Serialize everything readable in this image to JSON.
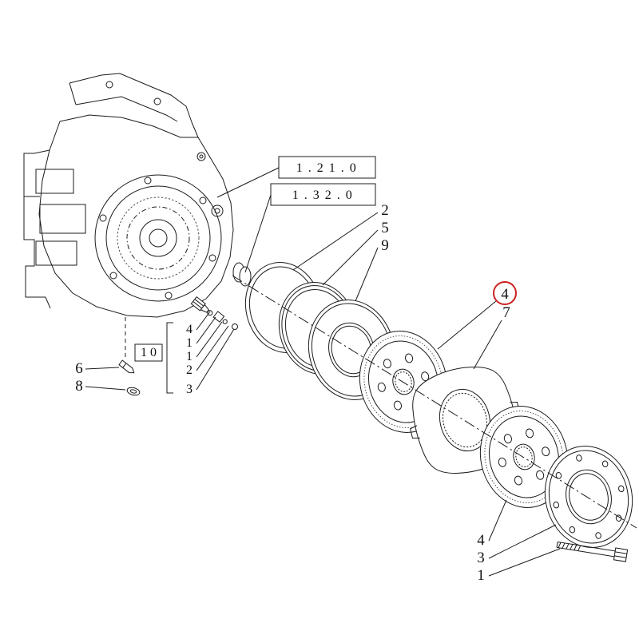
{
  "diagram": {
    "ref_boxes": {
      "upper": "1 . 2 1 . 0",
      "lower": "1 . 3 2 . 0"
    },
    "callouts": {
      "item2": "2",
      "item5": "5",
      "item9": "9",
      "item4_upper": "4",
      "item7": "7",
      "item4_lower": "4",
      "item3": "3",
      "item1": "1",
      "item6": "6",
      "item8": "8",
      "group_box_label": "1 0",
      "group_items": [
        "4",
        "1",
        "1",
        "2",
        "3"
      ]
    },
    "colors": {
      "line": "#1c1c1c",
      "highlight": "#cc2121",
      "background": "#ffffff"
    }
  }
}
